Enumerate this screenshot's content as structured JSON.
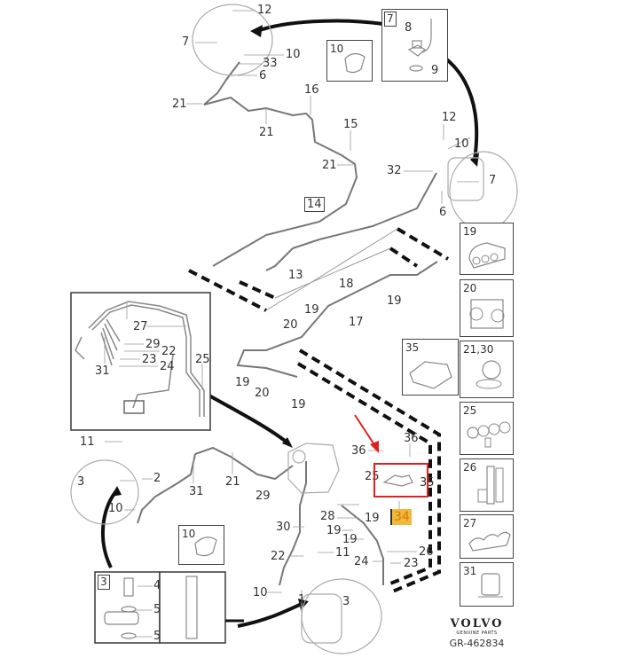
{
  "diagram": {
    "title": "Brake lines / brake hoses",
    "highlight": {
      "label": "34",
      "color": "#e02020",
      "label_bg": "#f3b73c"
    },
    "brand": {
      "name": "VOLVO",
      "subtitle": "GENUINE PARTS",
      "reference": "GR-462834"
    },
    "callouts": {
      "c12_top": "12",
      "c7_top": "7",
      "c10_top": "10",
      "c33": "33",
      "c6_top": "6",
      "c21_a": "21",
      "c21_b": "21",
      "c16": "16",
      "c15": "15",
      "c21_c": "21",
      "c14": "14",
      "c12_right": "12",
      "c10_right": "10",
      "c32": "32",
      "c7_right": "7",
      "c6_right": "6",
      "c13": "13",
      "c18": "18",
      "c19_a": "19",
      "c17": "17",
      "c19_b": "19",
      "c20_a": "20",
      "c19_c": "19",
      "c20_b": "20",
      "c19_d": "19",
      "c27": "27",
      "c29_inset": "29",
      "c22_inset": "22",
      "c23_inset": "23",
      "c24_inset": "24",
      "c31_inset": "31",
      "c25_inset": "25",
      "c11_left": "11",
      "c3_left": "3",
      "c2": "2",
      "c10_left": "10",
      "c31": "31",
      "c21_d": "21",
      "c29": "29",
      "c36_a": "36",
      "c36_b": "36",
      "c35": "35",
      "c25": "25",
      "c28": "28",
      "c19_e": "19",
      "c19_f": "19",
      "c19_g": "19",
      "c30": "30",
      "c22": "22",
      "c11": "11",
      "c26": "26",
      "c24": "24",
      "c23": "23",
      "c10_bottom": "10",
      "c1": "1",
      "c3_bottom": "3",
      "c4": "4",
      "c5_a": "5",
      "c5_b": "5",
      "c3_box": "3"
    },
    "insets": {
      "top_7": {
        "num": "7",
        "labels": [
          "8",
          "9"
        ]
      },
      "clip_10_top": {
        "num": "10"
      },
      "clip_10_bottom": {
        "num": "10"
      },
      "clip_35": {
        "num": "35"
      },
      "clip_19": {
        "num": "19"
      },
      "clip_20": {
        "num": "20"
      },
      "clip_21_30": {
        "num": "21,30"
      },
      "clip_25": {
        "num": "25"
      },
      "clip_26": {
        "num": "26"
      },
      "clip_27": {
        "num": "27"
      },
      "clip_31": {
        "num": "31"
      }
    }
  }
}
